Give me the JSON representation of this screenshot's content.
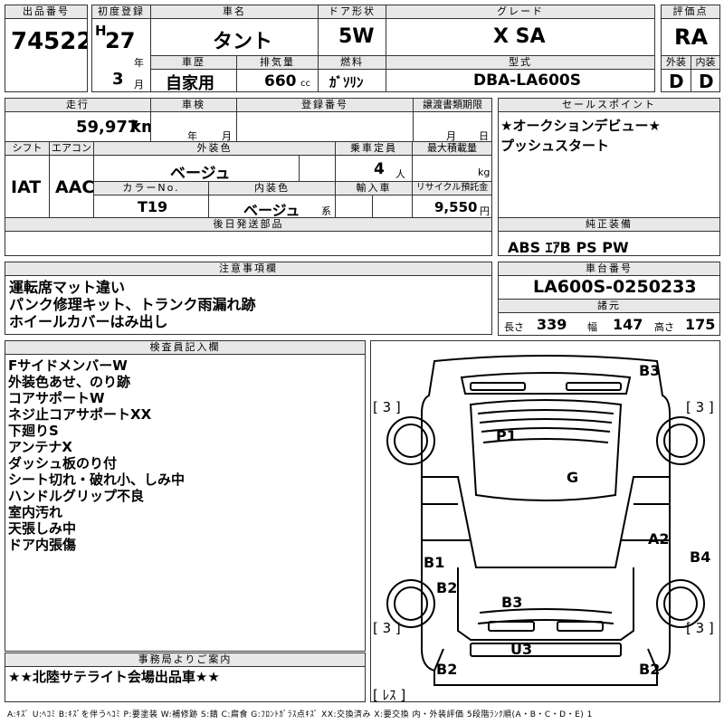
{
  "headers": {
    "lot_no": "出品番号",
    "first_reg": "初度登録",
    "car_name": "車名",
    "door": "ドア形状",
    "grade": "グレード",
    "score": "評価点",
    "history": "車歴",
    "displacement": "排気量",
    "fuel": "燃料",
    "model_code": "型式",
    "exterior": "外装",
    "interior": "内装",
    "mileage": "走行",
    "inspection": "車検",
    "reg_no": "登録番号",
    "transfer_deadline": "譲渡書類期限",
    "sales_point": "セールスポイント",
    "shift": "シフト",
    "aircon": "エアコン",
    "exterior_color": "外装色",
    "capacity": "乗車定員",
    "max_load": "最大積載量",
    "color_no": "カラーNo.",
    "interior_color": "内装色",
    "import": "輸入車",
    "recycle": "リサイクル預託金",
    "later_parts": "後日発送部品",
    "genuine_equipment": "純正装備",
    "notes": "注意事項欄",
    "chassis_no": "車台番号",
    "specs": "諸元",
    "inspector": "検査員記入欄",
    "office": "事務局よりご案内"
  },
  "vehicle": {
    "lot_no": "74522",
    "era": "H",
    "year": "27",
    "year_unit": "年",
    "month": "3",
    "month_unit": "月",
    "car_name": "タント",
    "door": "5W",
    "grade": "X SA",
    "score": "RA",
    "history": "自家用",
    "displacement": "660",
    "displacement_unit": "cc",
    "fuel": "ｶﾞｿﾘﾝ",
    "model_code": "DBA-LA600S",
    "exterior_score": "D",
    "interior_score": "D",
    "mileage": "59,977",
    "mileage_unit": "km",
    "inspection_year_unit": "年",
    "inspection_month_unit": "月",
    "transfer_month_unit": "月",
    "transfer_day_unit": "日",
    "shift": "IAT",
    "aircon": "AAC",
    "exterior_color": "ベージュ",
    "capacity": "4",
    "capacity_unit": "人",
    "max_load_unit": "kg",
    "color_no": "T19",
    "interior_color": "ベージュ",
    "interior_color_unit": "系",
    "recycle": "9,550",
    "recycle_unit": "円",
    "chassis_no": "LA600S-0250233",
    "length_label": "長さ",
    "length": "339",
    "width_label": "幅",
    "width": "147",
    "height_label": "高さ",
    "height": "175",
    "equipment": "ABS ｴｱB PS PW"
  },
  "sales_points": [
    "★オークションデビュー★",
    "プッシュスタート"
  ],
  "notes": [
    "運転席マット違い",
    "パンク修理キット、トランク雨漏れ跡",
    "ホイールカバーはみ出し"
  ],
  "inspector_notes": [
    "FサイドメンバーW",
    "外装色あせ、のり跡",
    "コアサポートW",
    "ネジ止コアサポートXX",
    "下廻りS",
    "アンテナX",
    "ダッシュ板のり付",
    "シート切れ・破れ小、しみ中",
    "ハンドルグリップ不良",
    "室内汚れ",
    "天張しみ中",
    "ドア内張傷"
  ],
  "office_note": "★★北陸サテライト会場出品車★★",
  "diagram": {
    "marks": [
      {
        "label": "B3",
        "at": "roof-rear-right"
      },
      {
        "label": "P1",
        "at": "hood"
      },
      {
        "label": "G",
        "at": "windshield"
      },
      {
        "label": "A2",
        "at": "right-door"
      },
      {
        "label": "B4",
        "at": "right-rear-quarter"
      },
      {
        "label": "B1",
        "at": "left-door"
      },
      {
        "label": "B2",
        "at": "left-rear-quarter"
      },
      {
        "label": "B3",
        "at": "rear-glass"
      },
      {
        "label": "U3",
        "at": "rear-bumper"
      },
      {
        "label": "B2",
        "at": "rear-left"
      },
      {
        "label": "B2",
        "at": "rear-right"
      }
    ],
    "tire_labels": [
      "[ 3 ]",
      "[ 3 ]",
      "[ 3 ]",
      "[ 3 ]"
    ],
    "spare_label": "[ ﾚｽ ]"
  },
  "legend": "A:ｷｽﾞ U:ﾍｺﾐ B:ｷｽﾞを伴うﾍｺﾐ P:要塗装 W:補修跡 S:錆 C:腐食 G:ﾌﾛﾝﾄｶﾞﾗｽ点ｷｽﾞ XX:交換済み X:要交換 内・外装評価 5段階ﾗﾝｸ順(A・B・C・D・E) 1"
}
